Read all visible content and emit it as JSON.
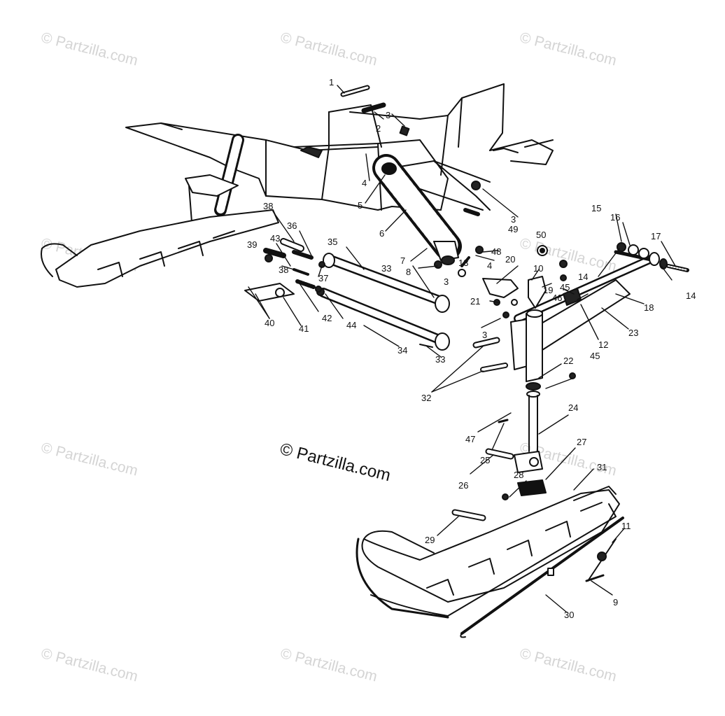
{
  "watermark": {
    "text": "© Partzilla.com"
  },
  "copyright": {
    "text": "© Partzilla.com"
  },
  "callouts": [
    {
      "label": "1"
    },
    {
      "label": "2"
    },
    {
      "label": "3"
    },
    {
      "label": "4"
    },
    {
      "label": "5"
    },
    {
      "label": "6"
    },
    {
      "label": "3"
    },
    {
      "label": "49"
    },
    {
      "label": "50"
    },
    {
      "label": "15"
    },
    {
      "label": "16"
    },
    {
      "label": "17"
    },
    {
      "label": "14"
    },
    {
      "label": "14"
    },
    {
      "label": "38"
    },
    {
      "label": "36"
    },
    {
      "label": "43"
    },
    {
      "label": "39"
    },
    {
      "label": "38"
    },
    {
      "label": "37"
    },
    {
      "label": "35"
    },
    {
      "label": "7"
    },
    {
      "label": "8"
    },
    {
      "label": "13"
    },
    {
      "label": "48"
    },
    {
      "label": "4"
    },
    {
      "label": "20"
    },
    {
      "label": "10"
    },
    {
      "label": "3"
    },
    {
      "label": "33"
    },
    {
      "label": "19"
    },
    {
      "label": "45"
    },
    {
      "label": "46"
    },
    {
      "label": "18"
    },
    {
      "label": "21"
    },
    {
      "label": "23"
    },
    {
      "label": "40"
    },
    {
      "label": "41"
    },
    {
      "label": "42"
    },
    {
      "label": "44"
    },
    {
      "label": "34"
    },
    {
      "label": "3"
    },
    {
      "label": "12"
    },
    {
      "label": "33"
    },
    {
      "label": "22"
    },
    {
      "label": "45"
    },
    {
      "label": "32"
    },
    {
      "label": "47"
    },
    {
      "label": "24"
    },
    {
      "label": "25"
    },
    {
      "label": "27"
    },
    {
      "label": "26"
    },
    {
      "label": "28"
    },
    {
      "label": "31"
    },
    {
      "label": "29"
    },
    {
      "label": "11"
    },
    {
      "label": "9"
    },
    {
      "label": "30"
    }
  ]
}
